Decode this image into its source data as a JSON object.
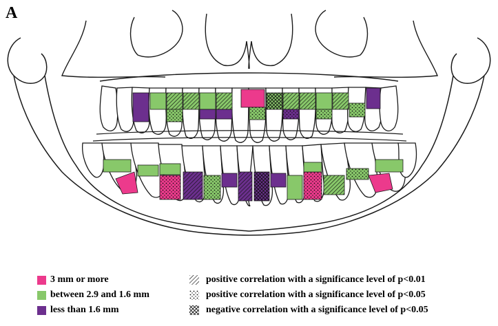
{
  "figure": {
    "panel_label": "A",
    "colors": {
      "magenta": "#ec3a8c",
      "green": "#88c86a",
      "purple": "#6c2f8e",
      "outline": "#1a1a1a"
    }
  },
  "legend": {
    "color_items": [
      {
        "label": "3 mm or more",
        "color": "#ec3a8c"
      },
      {
        "label": "between 2.9 and 1.6 mm",
        "color": "#88c86a"
      },
      {
        "label": "less than 1.6 mm",
        "color": "#6c2f8e"
      }
    ],
    "pattern_items": [
      {
        "label": "positive correlation with a significance level of p<0.01",
        "pattern": "diagonal-hatch"
      },
      {
        "label": "positive correlation with a significance level of p<0.05",
        "pattern": "dots"
      },
      {
        "label": "negative correlation with a significance level of p<0.05",
        "pattern": "cross-hatch"
      }
    ]
  }
}
